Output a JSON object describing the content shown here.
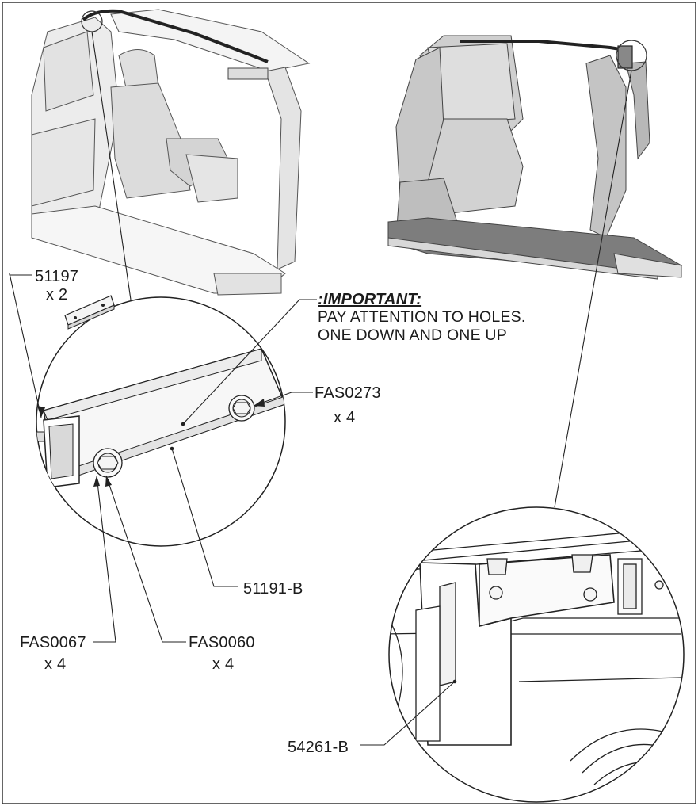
{
  "callouts": {
    "p51197": {
      "part": "51197",
      "qty": "x 2"
    },
    "pFAS0273": {
      "part": "FAS0273",
      "qty": "x 4"
    },
    "p51191": {
      "part": "51191-B"
    },
    "pFAS0067": {
      "part": "FAS0067",
      "qty": "x 4"
    },
    "pFAS0060": {
      "part": "FAS0060",
      "qty": "x 4"
    },
    "p54261": {
      "part": "54261-B"
    }
  },
  "important": {
    "title": ":IMPORTANT:",
    "line1": "PAY ATTENTION TO HOLES.",
    "line2": "ONE DOWN AND ONE UP"
  },
  "colors": {
    "ink": "#1c1c1c",
    "shade_light": "#e9e9e9",
    "shade_mid": "#cfcfcf",
    "shade_dark": "#9a9a9a"
  }
}
